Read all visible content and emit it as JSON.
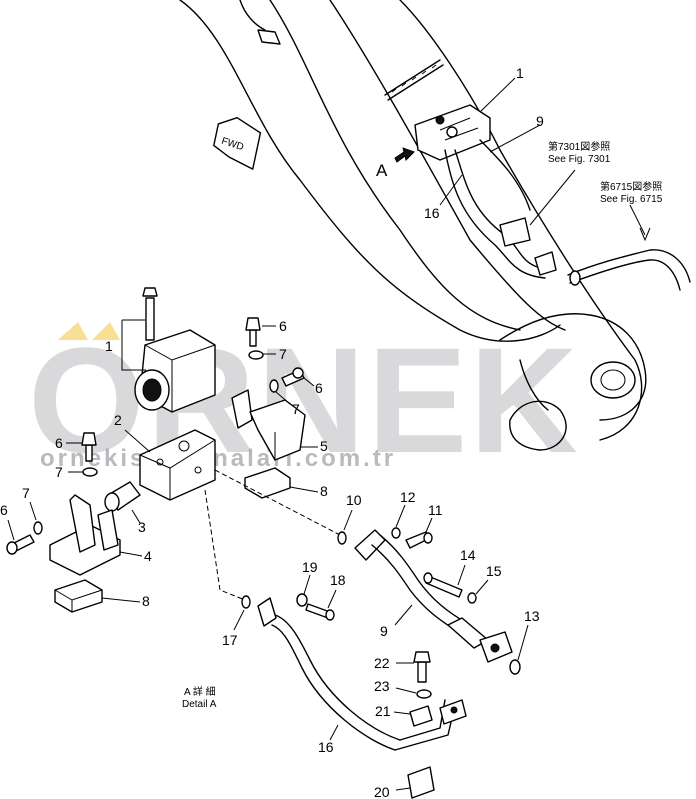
{
  "watermark": {
    "brand": "ORNEK",
    "url": "ornekismakinalari.com.tr",
    "accent_color": "#f2c94c"
  },
  "arrows": {
    "fwd": "FWD",
    "view": "A"
  },
  "references": {
    "ref1_jp": "第7301図参照",
    "ref1_en": "See Fig. 7301",
    "ref2_jp": "第6715図参照",
    "ref2_en": "See Fig. 6715"
  },
  "detail": {
    "jp": "A 詳 細",
    "en": "Detail A"
  },
  "callouts": {
    "top_1": "1",
    "top_9": "9",
    "top_16": "16",
    "c1": "1",
    "c2": "2",
    "c3": "3",
    "c4": "4",
    "c5": "5",
    "c6a": "6",
    "c6b": "6",
    "c6c": "6",
    "c6d": "6",
    "c7a": "7",
    "c7b": "7",
    "c7c": "7",
    "c7d": "7",
    "c8a": "8",
    "c8b": "8",
    "c9": "9",
    "c10": "10",
    "c11": "11",
    "c12": "12",
    "c13": "13",
    "c14": "14",
    "c15": "15",
    "c16": "16",
    "c17": "17",
    "c18": "18",
    "c19": "19",
    "c20": "20",
    "c21": "21",
    "c22": "22",
    "c23": "23"
  }
}
